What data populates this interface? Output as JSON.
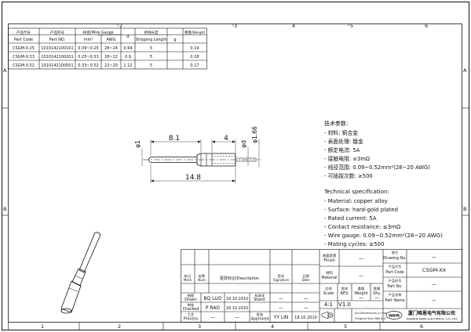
{
  "frame": {
    "top_numbers": [
      "2",
      "3",
      "4",
      "5",
      "6"
    ],
    "bottom_numbers": [
      "1",
      "2",
      "3",
      "4",
      "5",
      "6"
    ],
    "left_letters": [
      "A",
      "B"
    ],
    "right_letters": [
      "A",
      "B"
    ]
  },
  "part_table": {
    "headers_cn": [
      "产品代号",
      "产品料号",
      "线径/Wire Gauge",
      "",
      "d",
      "剥线长度",
      "重量/Weight"
    ],
    "headers_en": [
      "Part Code",
      "Part NO.",
      "mm²",
      "AWG",
      "",
      "Stripping Length",
      "g"
    ],
    "rows": [
      [
        "CSGM-0.25",
        "1010142100101",
        "0.09~0.25",
        "28~24",
        "0.64",
        "5",
        "0.19"
      ],
      [
        "CSGM-0.33",
        "1010142100201",
        "0.25~0.33",
        "26~22",
        "0.9",
        "5",
        "0.18"
      ],
      [
        "CSGM-0.52",
        "1010142100501",
        "0.33~0.52",
        "22~20",
        "1.12",
        "5",
        "0.17"
      ]
    ]
  },
  "dimensions": {
    "pin_dia": "φ1",
    "pin_length": "8.1",
    "barrel_length": "4",
    "barrel_inner": "φd",
    "barrel_outer": "φ1.66",
    "total_length": "14.8"
  },
  "spec_cn": {
    "title": "技术参数:",
    "lines": [
      "- 材料: 铜合金",
      "- 表面处理: 镀金",
      "- 额定电流: 5A",
      "- 接触电阻: ≤3mΩ",
      "- 线径范围: 0.09~0.52mm²(28~20 AWG)",
      "- 可插拔次数: ≥500"
    ]
  },
  "spec_en": {
    "title": "Technical specification:",
    "lines": [
      "- Material: copper alloy",
      "- Surface: hard-gold plated",
      "- Rated current: 5A",
      "- Contact resistance: ≤3mΩ",
      "- Wire gauge: 0.09~0.52mm²(28~20 AWG)",
      "- Mating cycles: ≥500"
    ]
  },
  "title_block": {
    "finish_label_cn": "表面处理",
    "finish_label_en": "Finish",
    "finish_value": "—",
    "material_label_cn": "材料",
    "material_label_en": "Material",
    "material_value": "—",
    "drawing_no_label_cn": "图号",
    "drawing_no_label_en": "Drawing No.",
    "drawing_no_value": "—",
    "part_code_label_cn": "产品代号",
    "part_code_label_en": "Part Code",
    "part_code_value": "CSGM-XX",
    "part_no_label_cn": "产品料号",
    "part_no_label_en": "Part No.",
    "part_no_value": "—",
    "part_name_label_cn": "产品名称",
    "part_name_label_en": "Part Name",
    "part_name_value": "—",
    "scale_label_cn": "比例",
    "scale_label_en": "Scale",
    "scale_value": "4:1",
    "rev_label_cn": "版本",
    "rev_label_en": "REV.",
    "rev_value": "V1.0",
    "weight_label_cn": "重量",
    "weight_label_en": "Weight",
    "weight_value": "—",
    "qty_label_cn": "数量",
    "qty_label_en": "Qty.",
    "qty_value": "—",
    "unit_note_1": "All Dimensions in mm",
    "unit_note_2": "Original Size DIN A 4",
    "company_cn": "厦门唯恩电气有限公司",
    "company_en": "XIAMEN WAIN ELECTRICAL CO.,LTD",
    "logo_text": "WAIN",
    "change_headers": [
      [
        "标记",
        "Mark"
      ],
      [
        "处数",
        "Num"
      ],
      [
        "更改标记/Description",
        ""
      ],
      [
        "签名",
        "Signature"
      ],
      [
        "日期",
        "Date"
      ]
    ],
    "roles": [
      {
        "cn": "制图",
        "en": "Drawn",
        "name": "BQ LUO",
        "date": "18.10.2010",
        "std_cn": "标准化",
        "std_en": "Stand.",
        "std_name": "—",
        "std_date": "—"
      },
      {
        "cn": "审核",
        "en": "Checked",
        "name": "P RAO",
        "date": "18.10.2010",
        "std_cn": "",
        "std_en": "",
        "std_name": "—",
        "std_date": "—"
      },
      {
        "cn": "工艺",
        "en": "Process",
        "name": "—",
        "date": "—",
        "std_cn": "批准",
        "std_en": "Approved",
        "std_name": "YY LIN",
        "std_date": "18.10.2010"
      }
    ]
  }
}
